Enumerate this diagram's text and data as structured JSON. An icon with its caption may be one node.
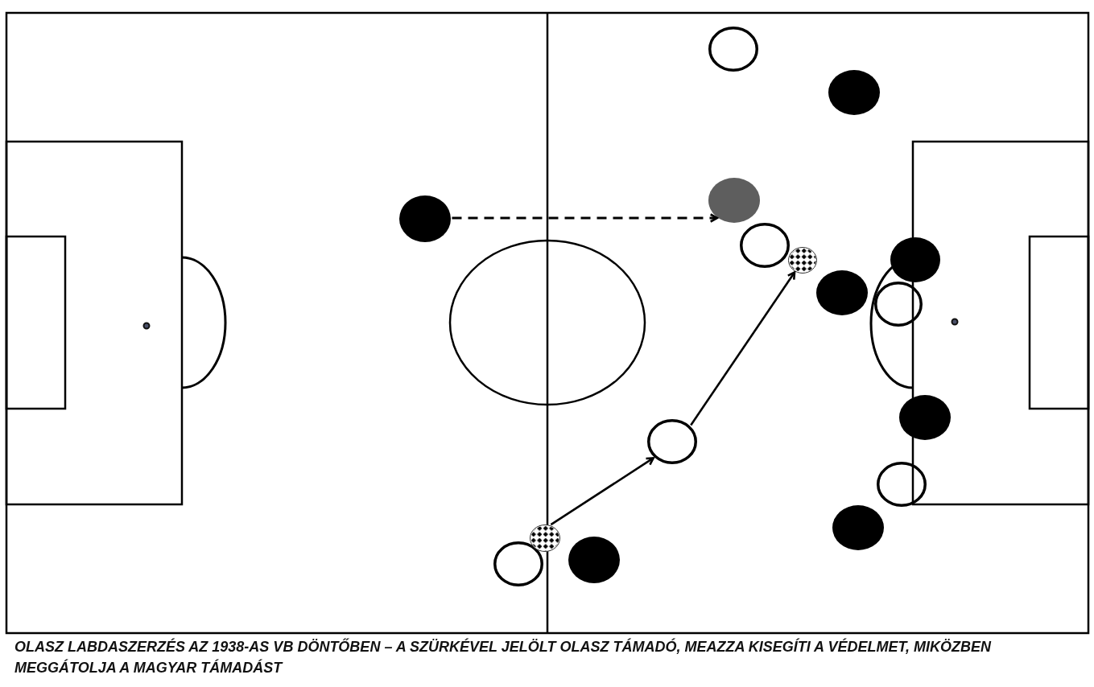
{
  "diagram": {
    "caption": "OLASZ LABDASZERZÉS AZ 1938-AS VB DÖNTŐBEN – A SZÜRKÉVEL JELÖLT OLASZ TÁMADÓ, MEAZZA KISEGÍTI A VÉDELMET, MIKÖZBEN MEGGÁTOLJA A MAGYAR TÁMADÁST",
    "nodes": [
      {
        "text": [],
        "shape": "circle"
      },
      {
        "text": [],
        "shape": "circle"
      },
      {
        "text": [],
        "shape": "ball"
      },
      {
        "text": [],
        "shape": "circle"
      },
      {
        "text": [],
        "shape": "circle"
      },
      {
        "text": [],
        "shape": "circle"
      },
      {
        "text": [],
        "shape": "circle"
      },
      {
        "text": [],
        "shape": "circle"
      },
      {
        "text": [],
        "shape": "ball"
      },
      {
        "text": [],
        "shape": "circle"
      },
      {
        "text": [],
        "shape": "circle"
      },
      {
        "text": [],
        "shape": "circle"
      },
      {
        "text": [],
        "shape": "circle"
      },
      {
        "text": [],
        "shape": "circle"
      },
      {
        "text": [],
        "shape": "circle"
      },
      {
        "text": [],
        "shape": "circle"
      }
    ],
    "edges": [
      {
        "from": 0,
        "to": 6,
        "arrow": "to",
        "style": "dashed"
      },
      {
        "from": 2,
        "to": 4,
        "arrow": "to"
      },
      {
        "from": 4,
        "to": 8,
        "arrow": "to"
      }
    ]
  }
}
